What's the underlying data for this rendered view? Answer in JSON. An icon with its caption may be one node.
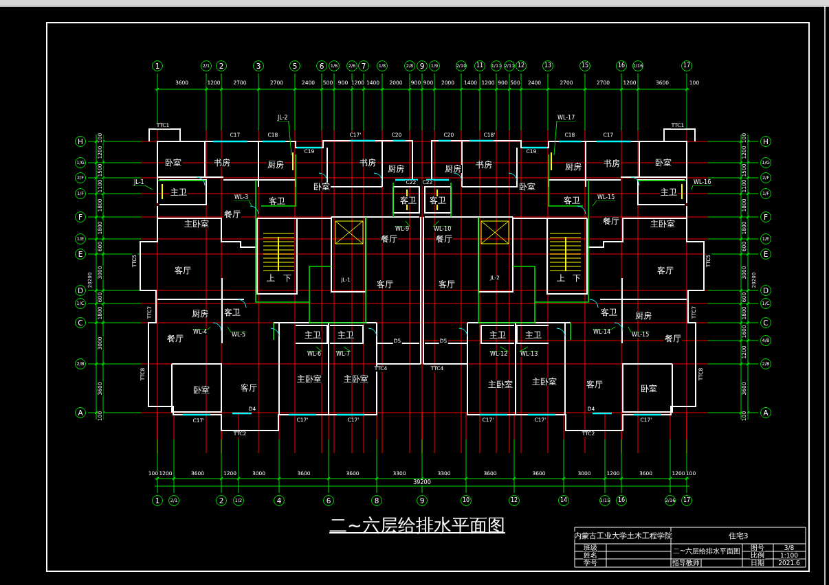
{
  "diagram": {
    "title": "二~六层给排水平面图",
    "nodes": [
      {
        "text": [
          "1"
        ]
      },
      {
        "text": [
          "2/1"
        ]
      },
      {
        "text": [
          "2"
        ]
      },
      {
        "text": [
          "3"
        ]
      },
      {
        "text": [
          "5"
        ]
      },
      {
        "text": [
          "6"
        ]
      },
      {
        "text": [
          "1/6"
        ]
      },
      {
        "text": [
          "2/6"
        ]
      },
      {
        "text": [
          "7"
        ]
      },
      {
        "text": [
          "1/8"
        ]
      },
      {
        "text": [
          "2/8"
        ]
      },
      {
        "text": [
          "9"
        ]
      },
      {
        "text": [
          "1/9"
        ]
      },
      {
        "text": [
          "2/10"
        ]
      },
      {
        "text": [
          "11"
        ]
      },
      {
        "text": [
          "1/11"
        ]
      },
      {
        "text": [
          "2/11"
        ]
      },
      {
        "text": [
          "12"
        ]
      },
      {
        "text": [
          "13"
        ]
      },
      {
        "text": [
          "15"
        ]
      },
      {
        "text": [
          "16"
        ]
      },
      {
        "text": [
          "1/16"
        ]
      },
      {
        "text": [
          "17"
        ]
      },
      {
        "text": [
          "H"
        ]
      },
      {
        "text": [
          "1/G"
        ]
      },
      {
        "text": [
          "2/F"
        ]
      },
      {
        "text": [
          "1/F"
        ]
      },
      {
        "text": [
          "F"
        ]
      },
      {
        "text": [
          "1/E"
        ]
      },
      {
        "text": [
          "E"
        ]
      },
      {
        "text": [
          "D"
        ]
      },
      {
        "text": [
          "1/C"
        ]
      },
      {
        "text": [
          "C"
        ]
      },
      {
        "text": [
          "2/B"
        ]
      },
      {
        "text": [
          "A"
        ]
      },
      {
        "text": [
          "H"
        ]
      },
      {
        "text": [
          "1/G"
        ]
      },
      {
        "text": [
          "2/F"
        ]
      },
      {
        "text": [
          "1/F"
        ]
      },
      {
        "text": [
          "F"
        ]
      },
      {
        "text": [
          "1/E"
        ]
      },
      {
        "text": [
          "E"
        ]
      },
      {
        "text": [
          "D"
        ]
      },
      {
        "text": [
          "1/C"
        ]
      },
      {
        "text": [
          "C"
        ]
      },
      {
        "text": [
          "4/B"
        ]
      },
      {
        "text": [
          "2/B"
        ]
      },
      {
        "text": [
          "A"
        ]
      },
      {
        "text": [
          "1"
        ]
      },
      {
        "text": [
          "2/1"
        ]
      },
      {
        "text": [
          "2"
        ]
      },
      {
        "text": [
          "1/2"
        ]
      },
      {
        "text": [
          "4"
        ]
      },
      {
        "text": [
          "6"
        ]
      },
      {
        "text": [
          "8"
        ]
      },
      {
        "text": [
          "9"
        ]
      },
      {
        "text": [
          "10"
        ]
      },
      {
        "text": [
          "12"
        ]
      },
      {
        "text": [
          "14"
        ]
      },
      {
        "text": [
          "1/15"
        ]
      },
      {
        "text": [
          "16"
        ]
      },
      {
        "text": [
          "2/16"
        ]
      },
      {
        "text": [
          "17"
        ]
      },
      {
        "text": [
          "JL-2"
        ]
      },
      {
        "text": [
          "JL-1"
        ]
      },
      {
        "text": [
          "WL-3"
        ]
      },
      {
        "text": [
          "WL-9"
        ]
      },
      {
        "text": [
          "WL-10"
        ]
      },
      {
        "text": [
          "WL-4"
        ]
      },
      {
        "text": [
          "WL-5"
        ]
      },
      {
        "text": [
          "WL-6"
        ]
      },
      {
        "text": [
          "WL-7"
        ]
      },
      {
        "text": [
          "WL-12"
        ]
      },
      {
        "text": [
          "WL-13"
        ]
      },
      {
        "text": [
          "WL-14"
        ]
      },
      {
        "text": [
          "WL-15"
        ]
      },
      {
        "text": [
          "WL-15"
        ]
      },
      {
        "text": [
          "WL-16"
        ]
      },
      {
        "text": [
          "WL-17"
        ]
      }
    ],
    "edges": [
      {
        "from": 63,
        "to": null,
        "arrow": "none"
      },
      {
        "from": 64,
        "to": null,
        "arrow": "none"
      },
      {
        "from": 65,
        "to": null,
        "arrow": "none"
      },
      {
        "from": 66,
        "to": null,
        "arrow": "none"
      },
      {
        "from": 67,
        "to": null,
        "arrow": "none"
      },
      {
        "from": 68,
        "to": null,
        "arrow": "none"
      },
      {
        "from": 69,
        "to": null,
        "arrow": "none"
      },
      {
        "from": 70,
        "to": null,
        "arrow": "none"
      },
      {
        "from": 71,
        "to": null,
        "arrow": "none"
      },
      {
        "from": 72,
        "to": null,
        "arrow": "none"
      },
      {
        "from": 73,
        "to": null,
        "arrow": "none"
      },
      {
        "from": 74,
        "to": null,
        "arrow": "none"
      },
      {
        "from": 75,
        "to": null,
        "arrow": "none"
      },
      {
        "from": 76,
        "to": null,
        "arrow": "none"
      },
      {
        "from": 77,
        "to": null,
        "arrow": "none"
      },
      {
        "from": 78,
        "to": null,
        "arrow": "none"
      }
    ],
    "labels": [
      "3600",
      "1200",
      "2700",
      "2700",
      "2400",
      "500",
      "900",
      "1200",
      "1400",
      "2000",
      "900",
      "900",
      "2000",
      "1400",
      "1200",
      "900",
      "500",
      "2400",
      "2700",
      "2700",
      "1200",
      "3600",
      "100",
      "100",
      "1200",
      "1500",
      "1100",
      "1800",
      "1800",
      "600",
      "3000",
      "600",
      "1800",
      "3000",
      "3600",
      "100",
      "20200",
      "100",
      "1200",
      "1500",
      "1100",
      "1800",
      "1800",
      "600",
      "3000",
      "600",
      "1800",
      "1600",
      "1200",
      "3600",
      "100",
      "20200",
      "卧室",
      "书房",
      "厨房",
      "卧室",
      "书房",
      "厨房",
      "厨房",
      "书房",
      "卧室",
      "厨房",
      "书房",
      "卧室",
      "主卫",
      "客卫",
      "客卫",
      "客卫",
      "客卫",
      "主卫",
      "餐厅",
      "主卧室",
      "餐厅",
      "主卧室",
      "餐厅",
      "餐厅",
      "客厅",
      "客厅",
      "上",
      "下",
      "上",
      "下",
      "客厅",
      "客厅",
      "厨房",
      "客卫",
      "客卫",
      "厨房",
      "主卫",
      "主卫",
      "主卫",
      "主卫",
      "餐厅",
      "餐厅",
      "主卧室",
      "主卧室",
      "主卧室",
      "主卧室",
      "客厅",
      "客厅",
      "卧室",
      "卧室",
      "TTC1",
      "C17",
      "C18",
      "C19",
      "C17'",
      "C20",
      "C22",
      "C22",
      "C20",
      "C18'",
      "C19",
      "C18",
      "C17",
      "TTC1",
      "TTC5",
      "TTC5",
      "TTC7",
      "TTC7",
      "D5",
      "D5",
      "TTC4",
      "TTC4",
      "TTC8",
      "TTC8",
      "D4",
      "D4",
      "C17'",
      "C17'",
      "C17'",
      "C17'",
      "C17'",
      "C17'",
      "TTC2",
      "TTC2",
      "JL-1",
      "JL-2",
      "100",
      "1200",
      "3600",
      "1200",
      "3000",
      "3600",
      "3600",
      "3300",
      "3300",
      "3600",
      "3600",
      "3000",
      "1200",
      "3600",
      "1200",
      "100",
      "39200",
      "内蒙古工业大学土木工程学院",
      "住宅3",
      "班级",
      "图号",
      "3/8",
      "姓名",
      "二~六层给排水平面图",
      "比例",
      "1:100",
      "学号",
      "指导教师",
      "日期",
      "2021.6"
    ]
  }
}
